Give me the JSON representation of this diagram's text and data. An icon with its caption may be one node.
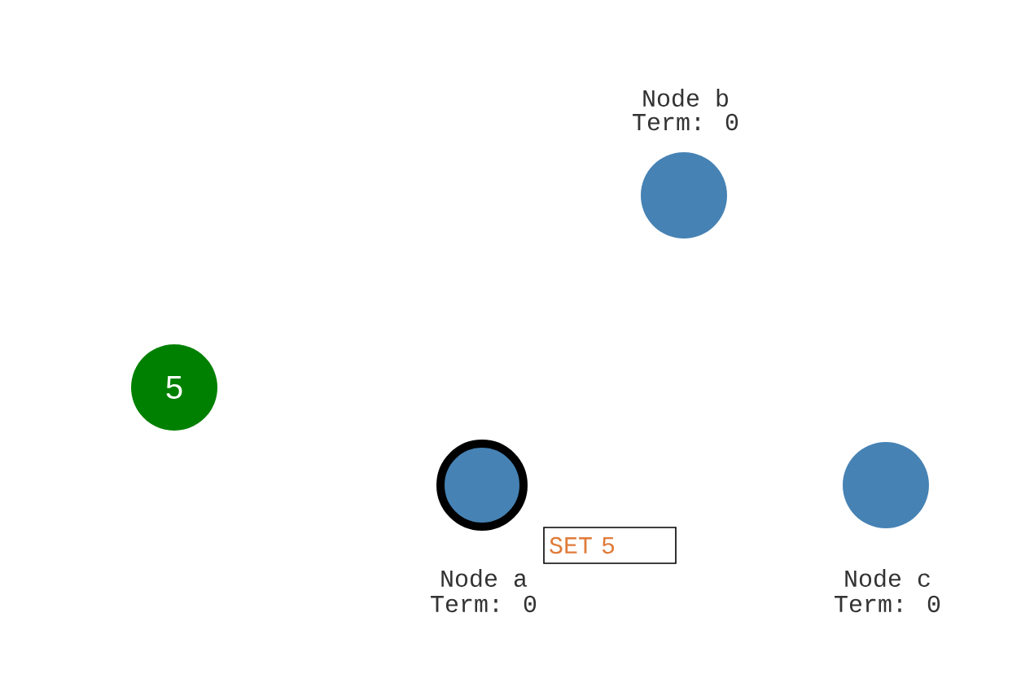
{
  "diagram": {
    "nodes": [
      {
        "text": [],
        "shape": "circle",
        "beside": [
          "Node b",
          "Term: 0"
        ]
      },
      {
        "text": [
          "5"
        ]
      },
      {
        "text": [],
        "shape": "circle",
        "beside": [
          "Node a",
          "Term: 0"
        ]
      },
      {
        "text": [
          "SET 5"
        ]
      },
      {
        "text": [],
        "shape": "circle",
        "beside": [
          "Node c",
          "Term: 0"
        ]
      }
    ]
  }
}
